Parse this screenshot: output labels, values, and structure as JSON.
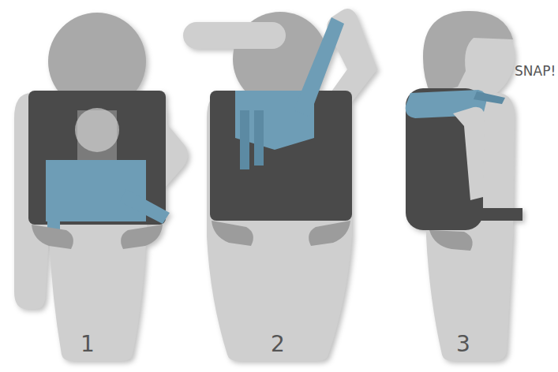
{
  "diagram": {
    "labels": [
      "1",
      "2",
      "3",
      "SNAP!"
    ]
  }
}
